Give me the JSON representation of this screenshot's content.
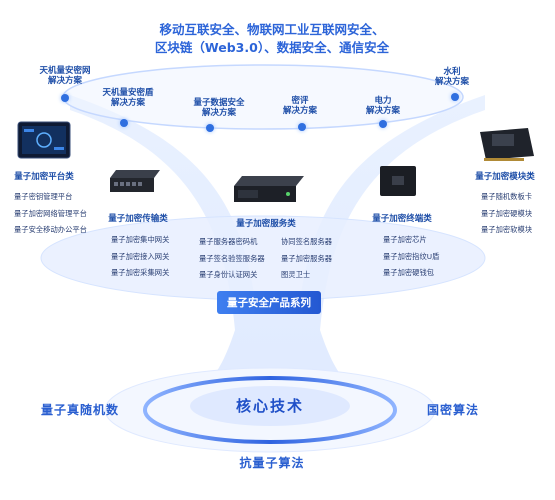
{
  "header": {
    "title_line1": "移动互联安全、物联网工业互联网安全、",
    "title_line2": "区块链（Web3.0）、数据安全、通信安全"
  },
  "solutions": {
    "tianji_net": "天机量安密网\n解决方案",
    "tianji_shield": "天机量安密盾\n解决方案",
    "data_security": "量子数据安全\n解决方案",
    "cipher_eval": "密评\n解决方案",
    "power": "电力\n解决方案",
    "water": "水利\n解决方案"
  },
  "categories": {
    "platform": {
      "title": "量子加密平台类",
      "items": [
        "量子密钥管理平台",
        "量子加密网络管理平台",
        "量子安全移动办公平台"
      ]
    },
    "transport": {
      "title": "量子加密传输类",
      "items": [
        "量子加密集中网关",
        "量子加密接入网关",
        "量子加密采集网关"
      ]
    },
    "service": {
      "title": "量子加密服务类",
      "items_left": [
        "量子服务器密码机",
        "量子签名验签服务器",
        "量子身份认证网关"
      ],
      "items_right": [
        "协同签名服务器",
        "量子加密服务器",
        "图灵卫士"
      ]
    },
    "terminal": {
      "title": "量子加密终端类",
      "items": [
        "量子加密芯片",
        "量子加密指纹U盾",
        "量子加密硬钱包"
      ]
    },
    "module": {
      "title": "量子加密模块类",
      "items": [
        "量子随机数板卡",
        "量子加密硬模块",
        "量子加密软模块"
      ]
    }
  },
  "series_label": "量子安全产品系列",
  "core": {
    "center": "核心技术",
    "left": "量子真随机数",
    "right": "国密算法",
    "bottom": "抗量子算法"
  },
  "colors": {
    "accent": "#2c64d8",
    "glow": "#cfe2ff",
    "text": "#1f4fa8"
  }
}
